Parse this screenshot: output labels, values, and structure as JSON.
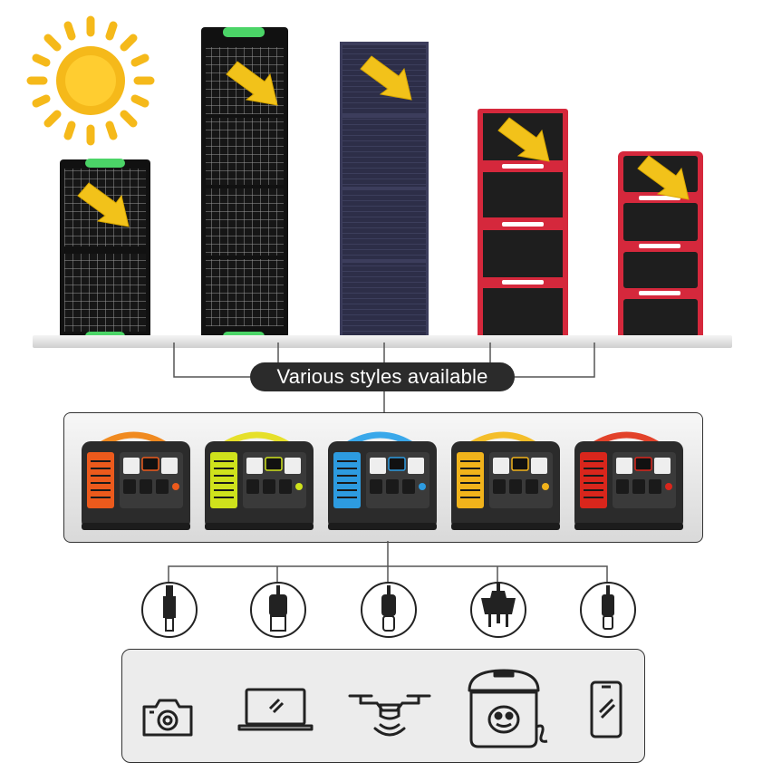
{
  "caption": "Various styles available",
  "panels": [
    {
      "name": "two-fold",
      "frame": "#111111",
      "handle": "#4bd467"
    },
    {
      "name": "four-fold",
      "frame": "#111111",
      "handle": "#4bd467"
    },
    {
      "name": "four-fold-etfe",
      "frame": "#3c3d5c",
      "handle": ""
    },
    {
      "name": "four-fold-red",
      "frame": "#d5283c",
      "handle": ""
    },
    {
      "name": "four-fold-mini-red",
      "frame": "#d5283c",
      "handle": ""
    }
  ],
  "stations": [
    {
      "color": "#ec5a1c",
      "handle": "#f08a20"
    },
    {
      "color": "#cfe21c",
      "handle": "#e6e02a"
    },
    {
      "color": "#2d9be0",
      "handle": "#3aa8ea"
    },
    {
      "color": "#f1b31b",
      "handle": "#f4be2a"
    },
    {
      "color": "#d9261c",
      "handle": "#e2422a"
    }
  ],
  "connectors": [
    "dc-barrel-icon",
    "usb-a-icon",
    "usb-c-icon",
    "ac-plug-icon",
    "micro-usb-icon"
  ],
  "devices": [
    "camera-icon",
    "laptop-icon",
    "drone-icon",
    "rice-cooker-icon",
    "smartphone-icon"
  ],
  "colors": {
    "sun": "#f5b91a",
    "arrow": "#f2c21a",
    "line": "#555555"
  }
}
